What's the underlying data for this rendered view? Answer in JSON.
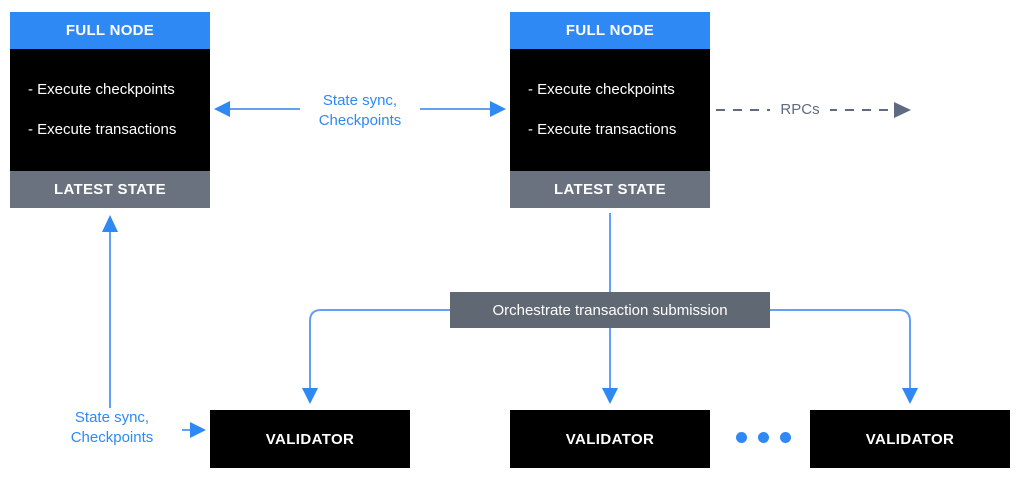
{
  "diagram": {
    "full_node_left": {
      "header": "FULL NODE",
      "items": [
        "- Execute checkpoints",
        "- Execute transactions"
      ],
      "footer": "LATEST STATE"
    },
    "full_node_right": {
      "header": "FULL NODE",
      "items": [
        "- Execute checkpoints",
        "- Execute transactions"
      ],
      "footer": "LATEST STATE"
    },
    "orchestrate_label": "Orchestrate transaction submission",
    "validators": [
      "VALIDATOR",
      "VALIDATOR",
      "VALIDATOR"
    ],
    "state_sync_top": {
      "line1": "State sync,",
      "line2": "Checkpoints"
    },
    "state_sync_bottom": {
      "line1": "State sync,",
      "line2": "Checkpoints"
    },
    "rpcs_label": "RPCs",
    "ellipsis_dot_count": 3
  },
  "colors": {
    "accent_blue": "#2f89f5",
    "line_blue": "#61a0f6",
    "node_black": "#000000",
    "state_gray": "#6a7280",
    "orchestrate_gray": "#5f6873",
    "rpc_gray": "#5f6b80",
    "background": "#ffffff"
  }
}
